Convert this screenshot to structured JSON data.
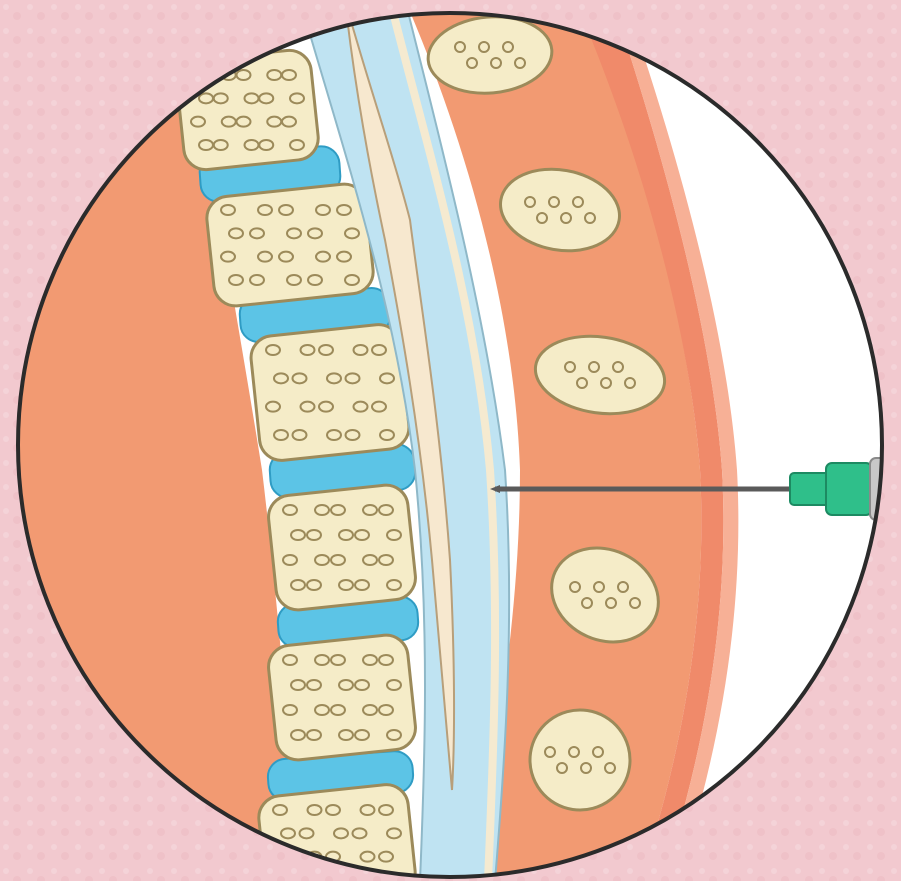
{
  "diagram": {
    "subject": "lumbar-puncture-cross-section",
    "parts": [
      "background-texture",
      "circular-frame",
      "outer-tissue",
      "vertebral-bodies",
      "intervertebral-discs",
      "spinal-canal",
      "spinal-cord",
      "spinous-processes",
      "skin-layer",
      "needle",
      "syringe"
    ]
  },
  "colors": {
    "page_background": "#f2c9cf",
    "frame_fill": "#ffffff",
    "frame_stroke": "#2b2b2b",
    "tissue": "#f29a72",
    "tissue_dark": "#e8845c",
    "bone": "#f5ecc8",
    "bone_outline": "#9c8a5a",
    "disc": "#5cc4e6",
    "csf": "#bfe3f2",
    "cord": "#f7e8cf",
    "skin": "#f08a6a",
    "skin_light": "#f7b096",
    "needle": "#5a5a5a",
    "syringe_hub": "#2fbf8a",
    "syringe_body": "#c8c8c8"
  }
}
